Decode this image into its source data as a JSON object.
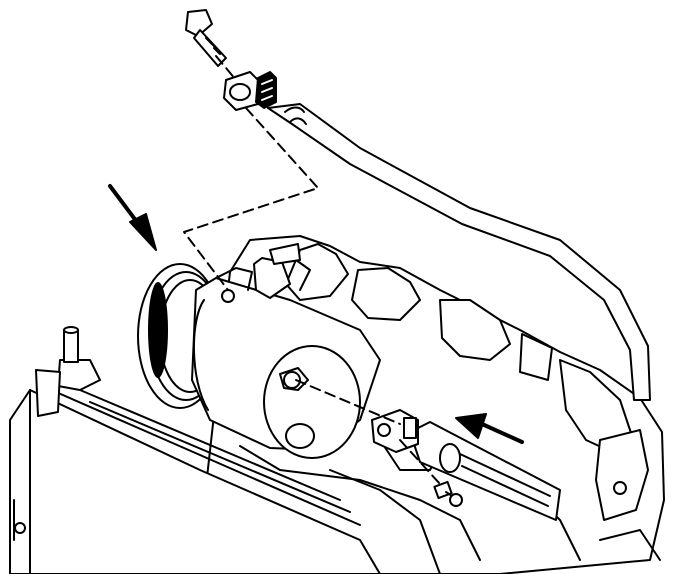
{
  "diagram": {
    "style": "line-art",
    "colors": {
      "ink": "#000000",
      "paper": "#ffffff"
    },
    "parts": [
      "bolt",
      "hose-fitting",
      "o-ring-seal",
      "refrigerant-hose",
      "compressor-pulley",
      "compressor-body",
      "compressor-manifold-port",
      "lower-hose-fitting",
      "lower-bolt",
      "radiator",
      "engine-block"
    ],
    "callouts": [
      {
        "icon": "arrow-down-right-icon",
        "points_to": "compressor-pulley"
      },
      {
        "icon": "arrow-up-left-icon",
        "points_to": "lower-hose-fitting"
      }
    ]
  }
}
